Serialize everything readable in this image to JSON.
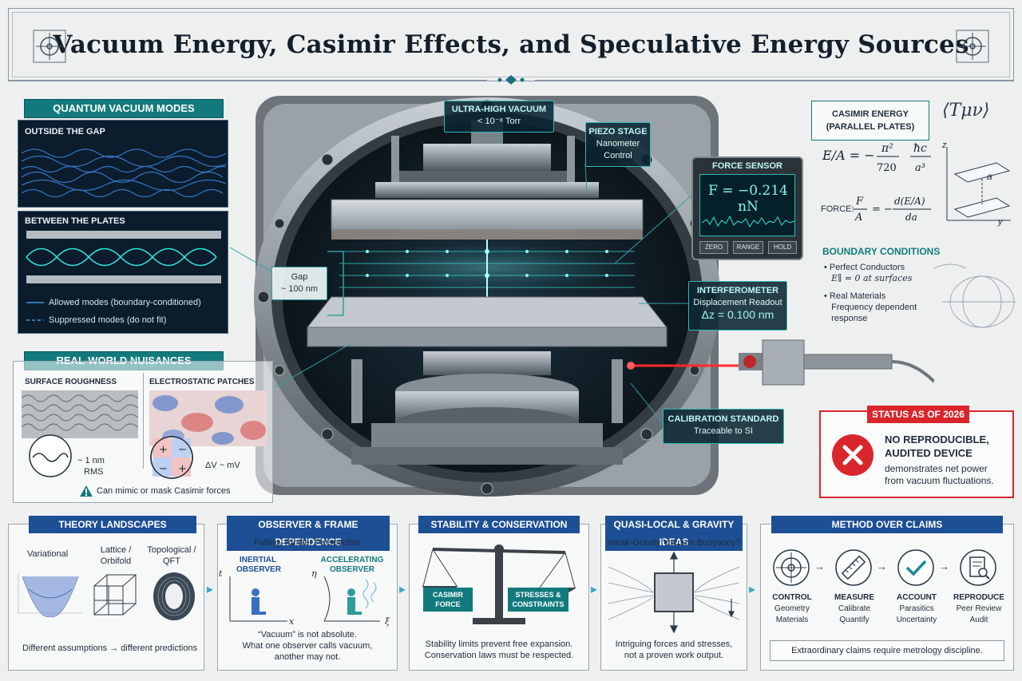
{
  "title": "Vacuum Energy, Casimir Effects, and Speculative Energy Sources",
  "colors": {
    "teal": "#127a7d",
    "blue": "#1d4f94",
    "cyan": "#2fb8b8",
    "red": "#d9262c",
    "dark": "#0b1c2c"
  },
  "quantum_modes": {
    "heading": "QUANTUM VACUUM MODES",
    "outside": "OUTSIDE THE GAP",
    "between": "BETWEEN THE PLATES",
    "legend_allowed": "Allowed modes (boundary-conditioned)",
    "legend_suppressed": "Suppressed modes (do not fit)"
  },
  "nuisances": {
    "heading": "REAL-WORLD NUISANCES",
    "roughness": "SURFACE ROUGHNESS",
    "roughness_value": "~ 1 nm",
    "roughness_unit": "RMS",
    "patches": "ELECTROSTATIC PATCHES",
    "patches_value": "ΔV ~ mV",
    "warning": "Can mimic or mask Casimir forces"
  },
  "apparatus": {
    "vacuum_title": "ULTRA-HIGH VACUUM",
    "vacuum_value": "< 10⁻⁸ Torr",
    "piezo_title": "PIEZO STAGE",
    "piezo_line1": "Nanometer",
    "piezo_line2": "Control",
    "gap_title": "Gap",
    "gap_value": "~ 100 nm",
    "force_title": "FORCE SENSOR",
    "force_value": "F = −0.214 nN",
    "btn_zero": "ZERO",
    "btn_range": "RANGE",
    "btn_hold": "HOLD",
    "interf_title": "INTERFEROMETER",
    "interf_line": "Displacement Readout",
    "interf_value": "Δz = 0.100 nm",
    "calib_title": "CALIBRATION STANDARD",
    "calib_line": "Traceable to SI"
  },
  "casimir": {
    "heading1": "CASIMIR ENERGY",
    "heading2": "(PARALLEL PLATES)",
    "tensor": "⟨Tμν⟩",
    "force_label": "FORCE:",
    "axis_z": "z",
    "axis_y": "y",
    "axis_a": "a",
    "bc_heading": "BOUNDARY CONDITIONS",
    "bc1": "Perfect Conductors",
    "bc1b": "E∥ = 0 at surfaces",
    "bc2": "Real Materials",
    "bc2b": "Frequency dependent",
    "bc2c": "response"
  },
  "status": {
    "heading": "STATUS AS OF 2026",
    "line1": "NO REPRODUCIBLE,",
    "line2": "AUDITED DEVICE",
    "line3": "demonstrates net power",
    "line4": "from vacuum fluctuations."
  },
  "theory": {
    "heading": "THEORY LANDSCAPES",
    "variational": "Variational",
    "lattice": "Lattice /",
    "lattice2": "Orbifold",
    "topological": "Topological /",
    "topological2": "QFT",
    "footer": "Different assumptions → different predictions"
  },
  "observer": {
    "heading": "OBSERVER & FRAME DEPENDENCE",
    "sub": "Fulling–Rindler Perspective",
    "inertial": "INERTIAL",
    "inertial2": "OBSERVER",
    "accel": "ACCELERATING",
    "accel2": "OBSERVER",
    "t": "t",
    "x": "x",
    "eta": "η",
    "xi": "ξ",
    "footer1": "“Vacuum” is not absolute.",
    "footer2": "What one observer calls vacuum,",
    "footer3": "another may not."
  },
  "stability": {
    "heading": "STABILITY & CONSERVATION",
    "left": "CASIMIR",
    "left2": "FORCE",
    "right": "STRESSES &",
    "right2": "CONSTRAINTS",
    "footer1": "Stability limits prevent free expansion.",
    "footer2": "Conservation laws must be respected."
  },
  "gravity": {
    "heading": "QUASI-LOCAL & GRAVITY IDEAS",
    "sub": "Weak-Gravity Vacuum Buoyancy?",
    "footer1": "Intriguing forces and stresses,",
    "footer2": "not a proven work output."
  },
  "method": {
    "heading": "METHOD OVER CLAIMS",
    "steps": [
      {
        "label": "CONTROL",
        "l1": "Geometry",
        "l2": "Materials",
        "icon": "target-icon"
      },
      {
        "label": "MEASURE",
        "l1": "Calibrate",
        "l2": "Quantify",
        "icon": "ruler-icon"
      },
      {
        "label": "ACCOUNT",
        "l1": "Parasitics",
        "l2": "Uncertainty",
        "icon": "check-icon"
      },
      {
        "label": "REPRODUCE",
        "l1": "Peer Review",
        "l2": "Audit",
        "icon": "document-search-icon"
      }
    ],
    "footer": "Extraordinary claims require metrology discipline."
  }
}
